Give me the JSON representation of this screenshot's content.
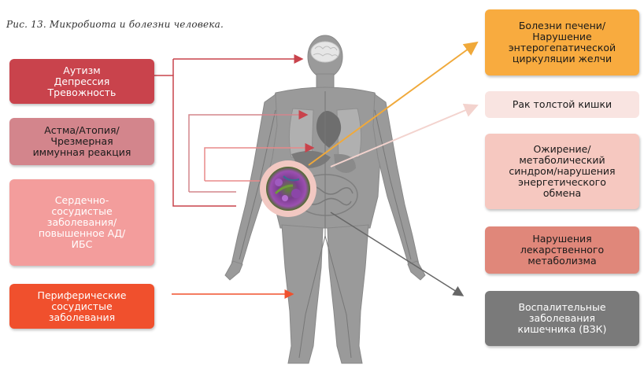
{
  "caption": "Рис. 13. Микробиота и болезни человека.",
  "left_boxes": [
    {
      "label": "Аутизм\nДепрессия\nТревожность",
      "color": "#c9434c",
      "text_color": "#ffffff"
    },
    {
      "label": "Астма/Атопия/\nЧрезмерная\nиммунная реакция",
      "color": "#d3858c",
      "text_color": "#1a1a1a"
    },
    {
      "label": "Сердечно-\nсосудистые\nзаболевания/\nповышенное АД/\nИБС",
      "color": "#f39d9c",
      "text_color": "#ffffff"
    },
    {
      "label": "Периферические\nсосудистые\nзаболевания",
      "color": "#f0502d",
      "text_color": "#ffffff"
    }
  ],
  "right_boxes": [
    {
      "label": "Болезни печени/\nНарушение\nэнтерогепатической\nциркуляции желчи",
      "color": "#f8ab3f",
      "text_color": "#1a1a1a"
    },
    {
      "label": "Рак толстой кишки",
      "color": "#f9e4e1",
      "text_color": "#1a1a1a"
    },
    {
      "label": "Ожирение/\nметаболический\nсиндром/нарушения\nэнергетического\nобмена",
      "color": "#f6c8c0",
      "text_color": "#1a1a1a"
    },
    {
      "label": "Нарушения\nлекарственного\nметаболизма",
      "color": "#e0877a",
      "text_color": "#1a1a1a"
    },
    {
      "label": "Воспалительные\nзаболевания\nкишечника (ВЗК)",
      "color": "#7a7a7a",
      "text_color": "#ffffff"
    }
  ],
  "body_color": "#9a9a9a",
  "organ_color": "#8c8c8c"
}
